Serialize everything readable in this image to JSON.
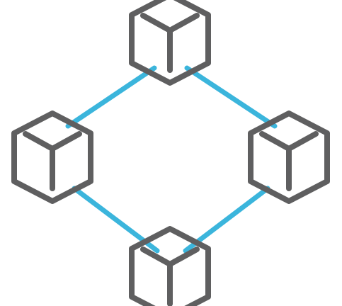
{
  "colors": {
    "cube_stroke": "#5f5f60",
    "link_stroke": "#3bb5dc",
    "background": "#ffffff"
  },
  "nodes": [
    {
      "id": "top",
      "icon": "cube-icon"
    },
    {
      "id": "left",
      "icon": "cube-icon"
    },
    {
      "id": "right",
      "icon": "cube-icon"
    },
    {
      "id": "bottom",
      "icon": "cube-icon"
    }
  ],
  "links": [
    {
      "from": "top",
      "to": "left"
    },
    {
      "from": "top",
      "to": "right"
    },
    {
      "from": "left",
      "to": "bottom"
    },
    {
      "from": "right",
      "to": "bottom"
    }
  ]
}
